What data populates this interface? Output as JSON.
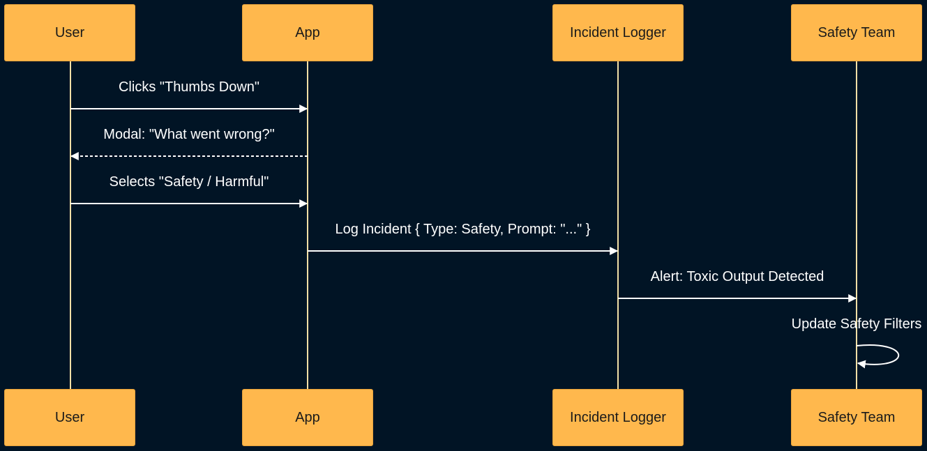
{
  "participants": [
    {
      "id": "user",
      "label": "User"
    },
    {
      "id": "app",
      "label": "App"
    },
    {
      "id": "logger",
      "label": "Incident Logger"
    },
    {
      "id": "safety",
      "label": "Safety Team"
    }
  ],
  "messages": [
    {
      "from": "user",
      "to": "app",
      "label": "Clicks \"Thumbs Down\"",
      "style": "solid"
    },
    {
      "from": "app",
      "to": "user",
      "label": "Modal: \"What went wrong?\"",
      "style": "dashed"
    },
    {
      "from": "user",
      "to": "app",
      "label": "Selects \"Safety / Harmful\"",
      "style": "solid"
    },
    {
      "from": "app",
      "to": "logger",
      "label": "Log Incident { Type: Safety, Prompt: \"...\" }",
      "style": "solid"
    },
    {
      "from": "logger",
      "to": "safety",
      "label": "Alert: Toxic Output Detected",
      "style": "solid"
    },
    {
      "from": "safety",
      "to": "safety",
      "label": "Update Safety Filters",
      "style": "self"
    }
  ],
  "colors": {
    "background": "#011425",
    "actor_fill": "#ffb84d",
    "actor_text": "#1a1a1a",
    "lifeline": "#f3dfa6",
    "arrow": "#ffffff",
    "text": "#ffffff"
  }
}
